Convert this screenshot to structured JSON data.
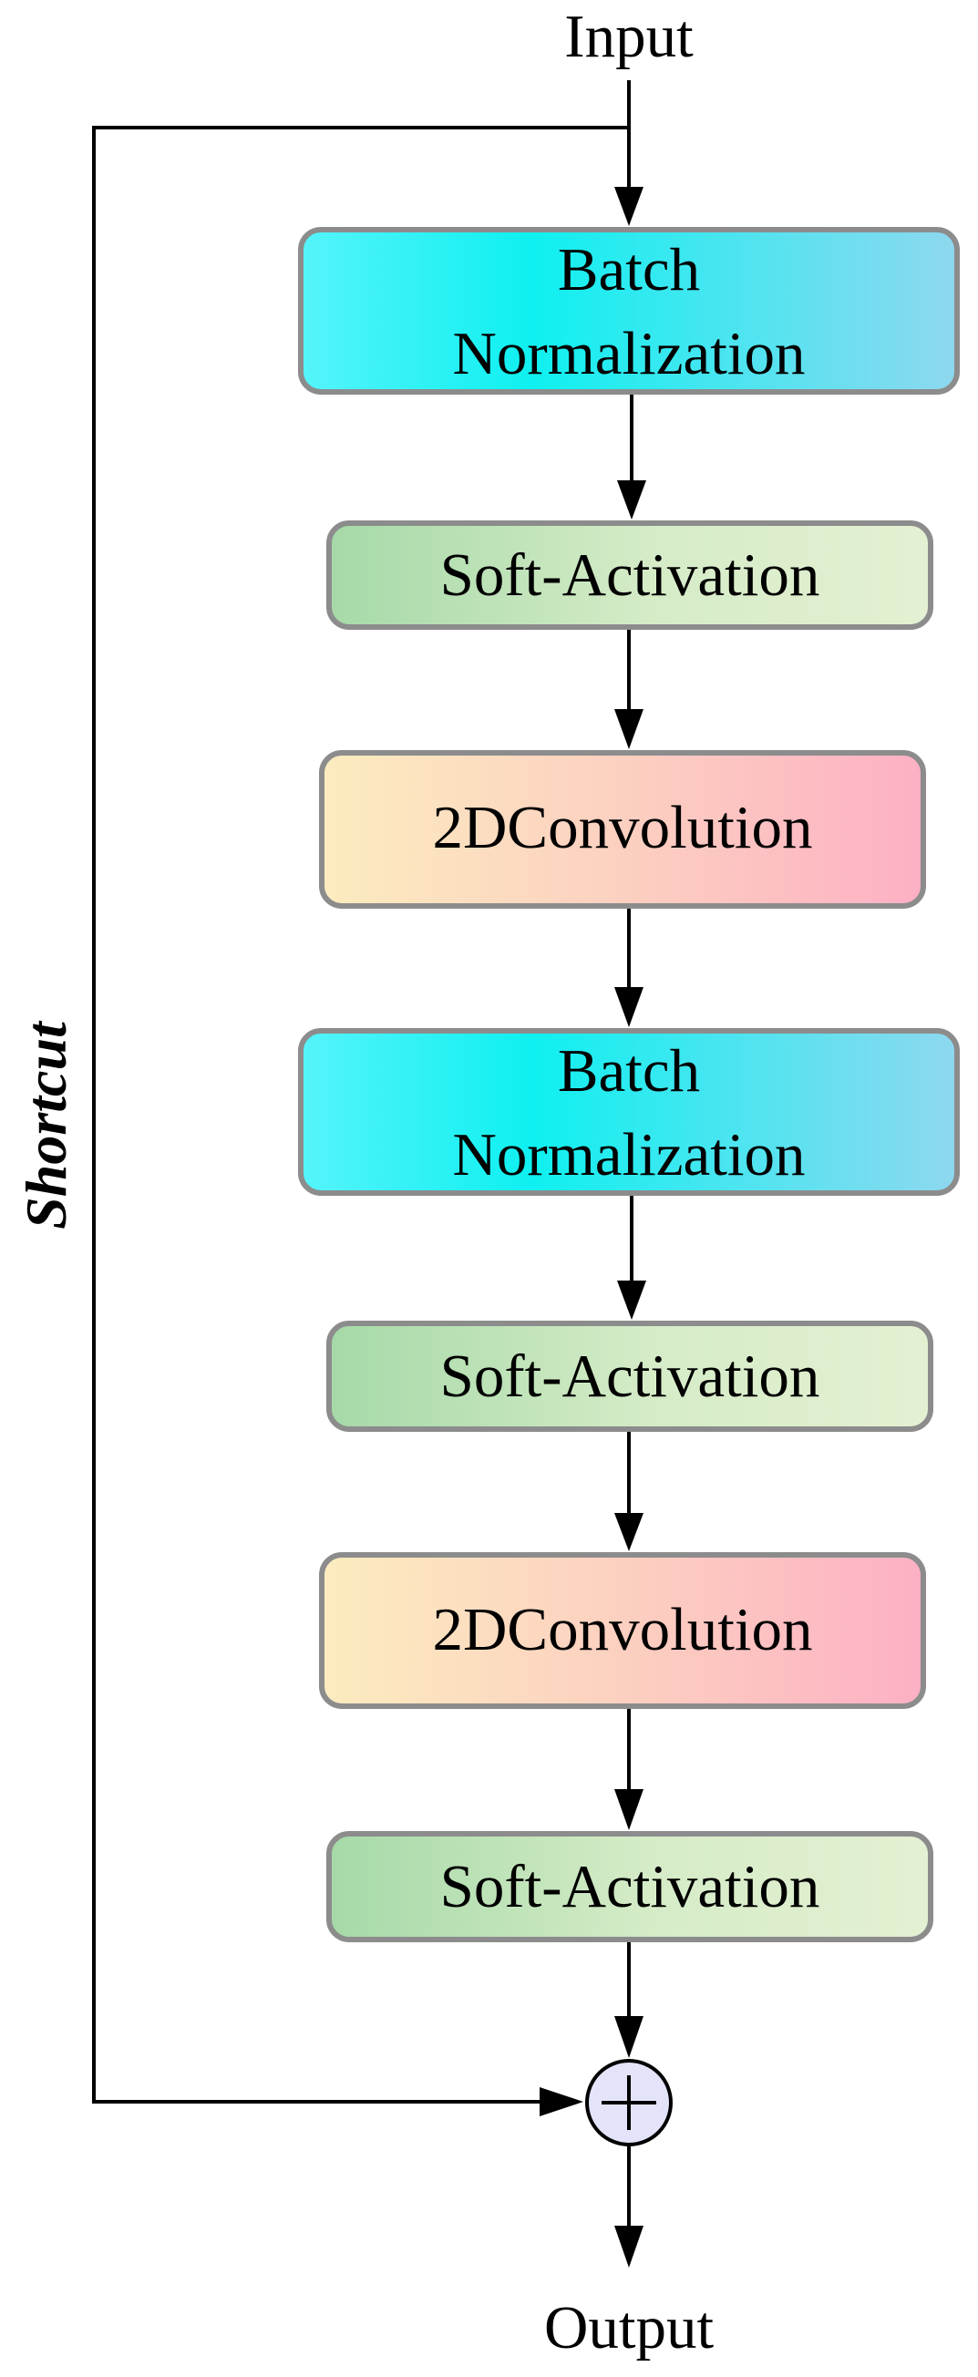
{
  "labels": {
    "input": "Input",
    "output": "Output",
    "shortcut": "Shortcut"
  },
  "blocks": [
    {
      "lines": [
        "Batch",
        "Normalization"
      ],
      "kind": "batchnorm"
    },
    {
      "lines": [
        "Soft-Activation"
      ],
      "kind": "activation"
    },
    {
      "lines": [
        "2DConvolution"
      ],
      "kind": "conv"
    },
    {
      "lines": [
        "Batch",
        "Normalization"
      ],
      "kind": "batchnorm"
    },
    {
      "lines": [
        "Soft-Activation"
      ],
      "kind": "activation"
    },
    {
      "lines": [
        "2DConvolution"
      ],
      "kind": "conv"
    },
    {
      "lines": [
        "Soft-Activation"
      ],
      "kind": "activation"
    }
  ],
  "adder": {
    "symbol": "+"
  },
  "colors": {
    "batchnorm": [
      "#55f4fb",
      "#0ff0f0",
      "#8ed8ef"
    ],
    "activation": [
      "#a6d9a8",
      "#d6ecc8",
      "#e4f0d2"
    ],
    "conv": [
      "#fcecbf",
      "#fcd0c0",
      "#fdb0c4"
    ],
    "adder_fill": "#e3e4fa",
    "box_border": "#8c8c8c"
  }
}
